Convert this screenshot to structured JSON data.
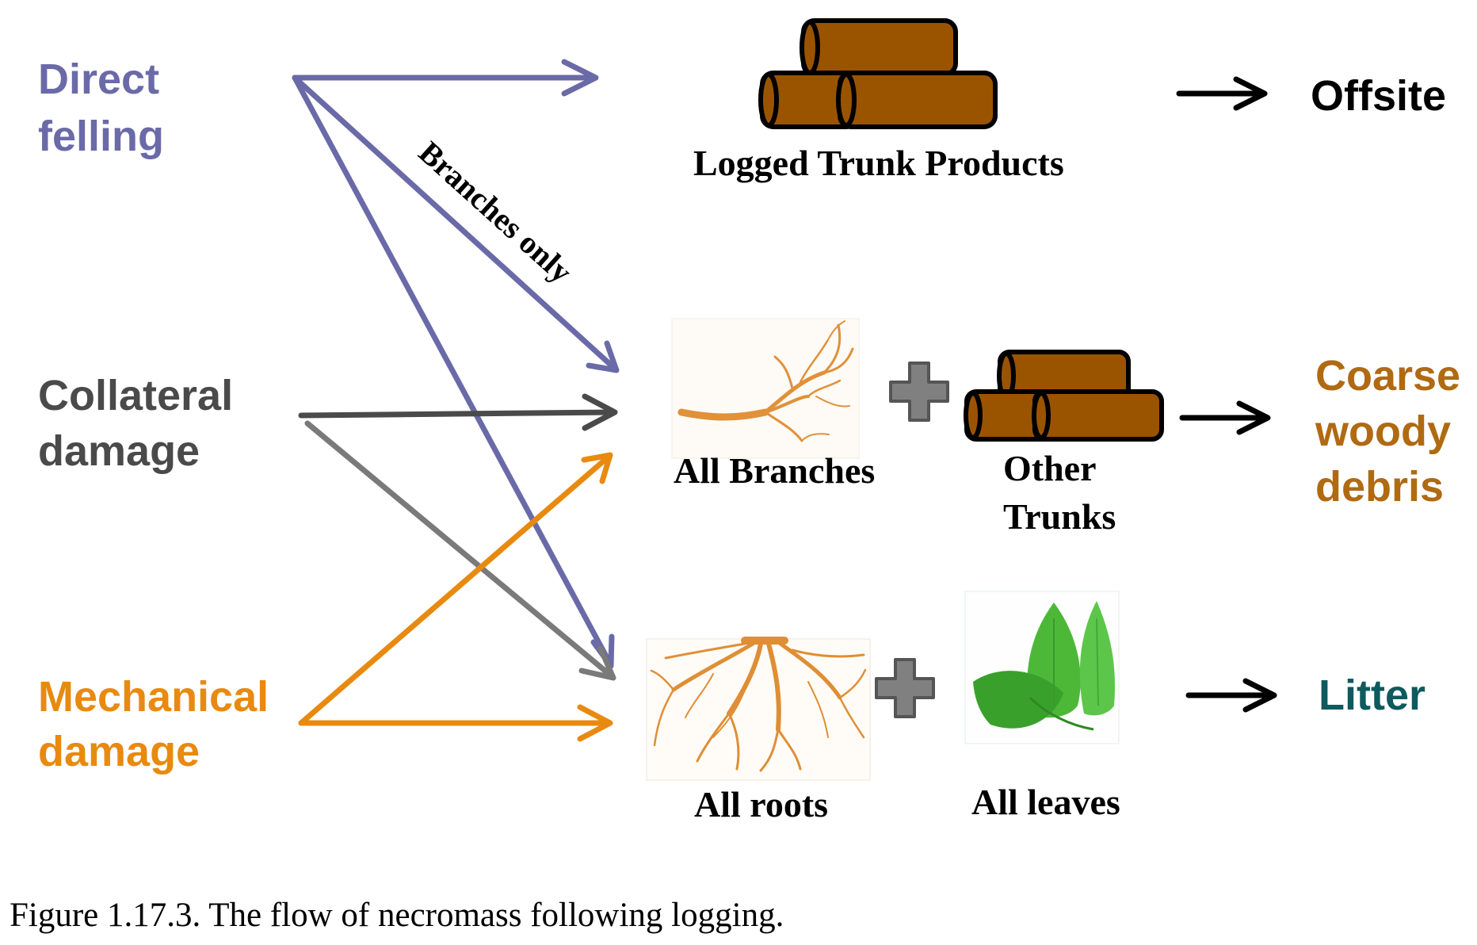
{
  "colors": {
    "direct": "#6b6aa8",
    "collateral": "#4a4a4a",
    "collateral_light": "#7a7a7a",
    "mechanical": "#e88a10",
    "coarse": "#b06a12",
    "litter": "#0e5a5e",
    "log_fill": "#9a5400",
    "plus": "#808080"
  },
  "sources": {
    "direct_line1": "Direct",
    "direct_line2": "felling",
    "collateral_line1": "Collateral",
    "collateral_line2": "damage",
    "mechanical_line1": "Mechanical",
    "mechanical_line2": "damage"
  },
  "arrow_label": "Branches only",
  "items": {
    "logged": "Logged Trunk Products",
    "branches": "All Branches",
    "other_line1": "Other",
    "other_line2": "Trunks",
    "roots": "All roots",
    "leaves": "All leaves"
  },
  "outcomes": {
    "offsite": "Offsite",
    "coarse_line1": "Coarse",
    "coarse_line2": "woody",
    "coarse_line3": "debris",
    "litter": "Litter"
  },
  "caption": "Figure 1.17.3. The flow of necromass following logging."
}
